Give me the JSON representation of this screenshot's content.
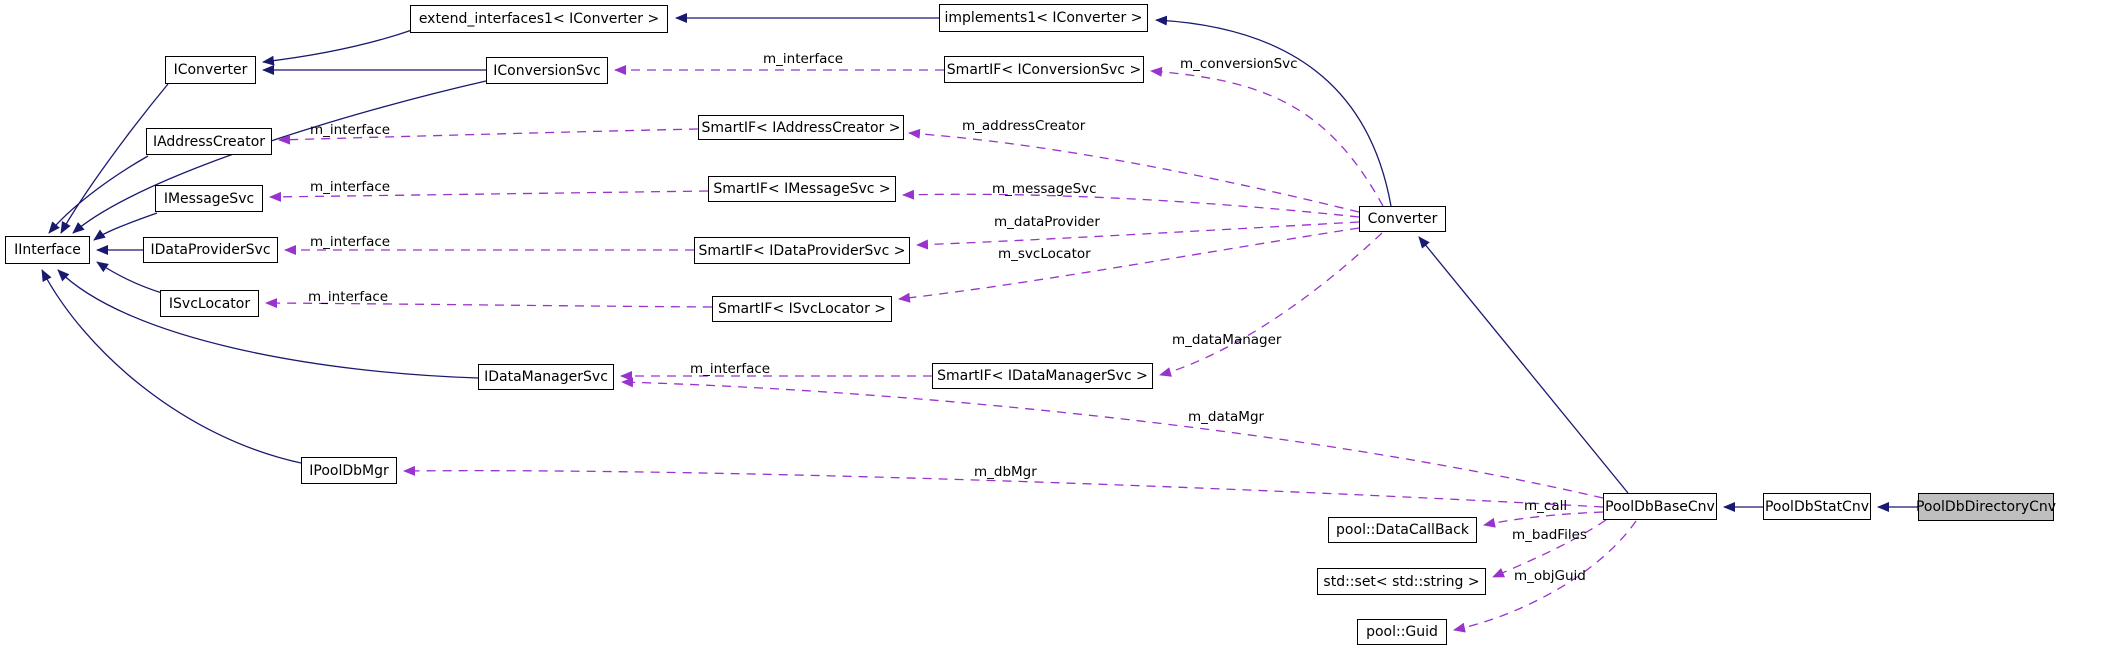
{
  "diagram": {
    "kind": "doxygen-collaboration-graph",
    "colors": {
      "background": "#ffffff",
      "inheritance_edge": "#191970",
      "usage_edge": "#9a32cd",
      "node_border": "#000000",
      "node_fill": "#ffffff",
      "selected_node_fill": "#bfbfbf"
    },
    "nodes": {
      "extend_interfaces1": {
        "label": "extend_interfaces1< IConverter >"
      },
      "implements1": {
        "label": "implements1< IConverter >"
      },
      "iconverter": {
        "label": "IConverter"
      },
      "iconversionsvc": {
        "label": "IConversionSvc"
      },
      "smartif_iconversionsvc": {
        "label": "SmartIF< IConversionSvc >"
      },
      "iaddresscreator": {
        "label": "IAddressCreator"
      },
      "smartif_iaddresscreator": {
        "label": "SmartIF< IAddressCreator >"
      },
      "imessagesvc": {
        "label": "IMessageSvc"
      },
      "smartif_imessagesvc": {
        "label": "SmartIF< IMessageSvc >"
      },
      "iinterface": {
        "label": "IInterface"
      },
      "idataprovidersvc": {
        "label": "IDataProviderSvc"
      },
      "smartif_idataprovidersvc": {
        "label": "SmartIF< IDataProviderSvc >"
      },
      "isvclocator": {
        "label": "ISvcLocator"
      },
      "smartif_isvclocator": {
        "label": "SmartIF< ISvcLocator >"
      },
      "idatamanagersvc": {
        "label": "IDataManagerSvc"
      },
      "smartif_idatamanagersvc": {
        "label": "SmartIF< IDataManagerSvc >"
      },
      "converter": {
        "label": "Converter"
      },
      "ipooldbmgr": {
        "label": "IPoolDbMgr"
      },
      "pooldbbasecnv": {
        "label": "PoolDbBaseCnv"
      },
      "pooldbstatcnv": {
        "label": "PoolDbStatCnv"
      },
      "pooldbdirectorycnv": {
        "label": "PoolDbDirectoryCnv",
        "selected": true
      },
      "pool_datacallback": {
        "label": "pool::DataCallBack"
      },
      "std_set_string": {
        "label": "std::set< std::string >"
      },
      "pool_guid": {
        "label": "pool::Guid"
      }
    },
    "edge_labels": {
      "interface_conversionsvc": "m_interface",
      "interface_addresscreator": "m_interface",
      "interface_messagesvc": "m_interface",
      "interface_dataprovidersvc": "m_interface",
      "interface_svclocator": "m_interface",
      "interface_datamanagersvc": "m_interface",
      "conversionsvc": "m_conversionSvc",
      "addresscreator": "m_addressCreator",
      "messagesvc": "m_messageSvc",
      "dataprovider": "m_dataProvider",
      "svclocator": "m_svcLocator",
      "datamanager": "m_dataManager",
      "datamgr": "m_dataMgr",
      "dbmgr": "m_dbMgr",
      "call": "m_call",
      "badfiles": "m_badFiles",
      "objguid": "m_objGuid"
    },
    "edges": [
      {
        "from": "implements1< IConverter >",
        "to": "extend_interfaces1< IConverter >",
        "type": "inheritance"
      },
      {
        "from": "extend_interfaces1< IConverter >",
        "to": "IConverter",
        "type": "inheritance"
      },
      {
        "from": "IConversionSvc",
        "to": "IConverter",
        "type": "inheritance"
      },
      {
        "from": "IConverter",
        "to": "IInterface",
        "type": "inheritance"
      },
      {
        "from": "IConversionSvc",
        "to": "IInterface",
        "type": "inheritance"
      },
      {
        "from": "IAddressCreator",
        "to": "IInterface",
        "type": "inheritance"
      },
      {
        "from": "IMessageSvc",
        "to": "IInterface",
        "type": "inheritance"
      },
      {
        "from": "IDataProviderSvc",
        "to": "IInterface",
        "type": "inheritance"
      },
      {
        "from": "ISvcLocator",
        "to": "IInterface",
        "type": "inheritance"
      },
      {
        "from": "IDataManagerSvc",
        "to": "IInterface",
        "type": "inheritance"
      },
      {
        "from": "IPoolDbMgr",
        "to": "IInterface",
        "type": "inheritance"
      },
      {
        "from": "Converter",
        "to": "implements1< IConverter >",
        "type": "inheritance"
      },
      {
        "from": "PoolDbBaseCnv",
        "to": "Converter",
        "type": "inheritance"
      },
      {
        "from": "PoolDbStatCnv",
        "to": "PoolDbBaseCnv",
        "type": "inheritance"
      },
      {
        "from": "PoolDbDirectoryCnv",
        "to": "PoolDbStatCnv",
        "type": "inheritance"
      },
      {
        "from": "SmartIF< IConversionSvc >",
        "to": "IConversionSvc",
        "type": "usage",
        "label": "m_interface"
      },
      {
        "from": "SmartIF< IAddressCreator >",
        "to": "IAddressCreator",
        "type": "usage",
        "label": "m_interface"
      },
      {
        "from": "SmartIF< IMessageSvc >",
        "to": "IMessageSvc",
        "type": "usage",
        "label": "m_interface"
      },
      {
        "from": "SmartIF< IDataProviderSvc >",
        "to": "IDataProviderSvc",
        "type": "usage",
        "label": "m_interface"
      },
      {
        "from": "SmartIF< ISvcLocator >",
        "to": "ISvcLocator",
        "type": "usage",
        "label": "m_interface"
      },
      {
        "from": "SmartIF< IDataManagerSvc >",
        "to": "IDataManagerSvc",
        "type": "usage",
        "label": "m_interface"
      },
      {
        "from": "Converter",
        "to": "SmartIF< IConversionSvc >",
        "type": "usage",
        "label": "m_conversionSvc"
      },
      {
        "from": "Converter",
        "to": "SmartIF< IAddressCreator >",
        "type": "usage",
        "label": "m_addressCreator"
      },
      {
        "from": "Converter",
        "to": "SmartIF< IMessageSvc >",
        "type": "usage",
        "label": "m_messageSvc"
      },
      {
        "from": "Converter",
        "to": "SmartIF< IDataProviderSvc >",
        "type": "usage",
        "label": "m_dataProvider"
      },
      {
        "from": "Converter",
        "to": "SmartIF< ISvcLocator >",
        "type": "usage",
        "label": "m_svcLocator"
      },
      {
        "from": "Converter",
        "to": "SmartIF< IDataManagerSvc >",
        "type": "usage",
        "label": "m_dataManager"
      },
      {
        "from": "PoolDbBaseCnv",
        "to": "IDataManagerSvc",
        "type": "usage",
        "label": "m_dataMgr"
      },
      {
        "from": "PoolDbBaseCnv",
        "to": "IPoolDbMgr",
        "type": "usage",
        "label": "m_dbMgr"
      },
      {
        "from": "PoolDbBaseCnv",
        "to": "pool::DataCallBack",
        "type": "usage",
        "label": "m_call"
      },
      {
        "from": "PoolDbBaseCnv",
        "to": "std::set< std::string >",
        "type": "usage",
        "label": "m_badFiles"
      },
      {
        "from": "PoolDbBaseCnv",
        "to": "pool::Guid",
        "type": "usage",
        "label": "m_objGuid"
      }
    ]
  }
}
